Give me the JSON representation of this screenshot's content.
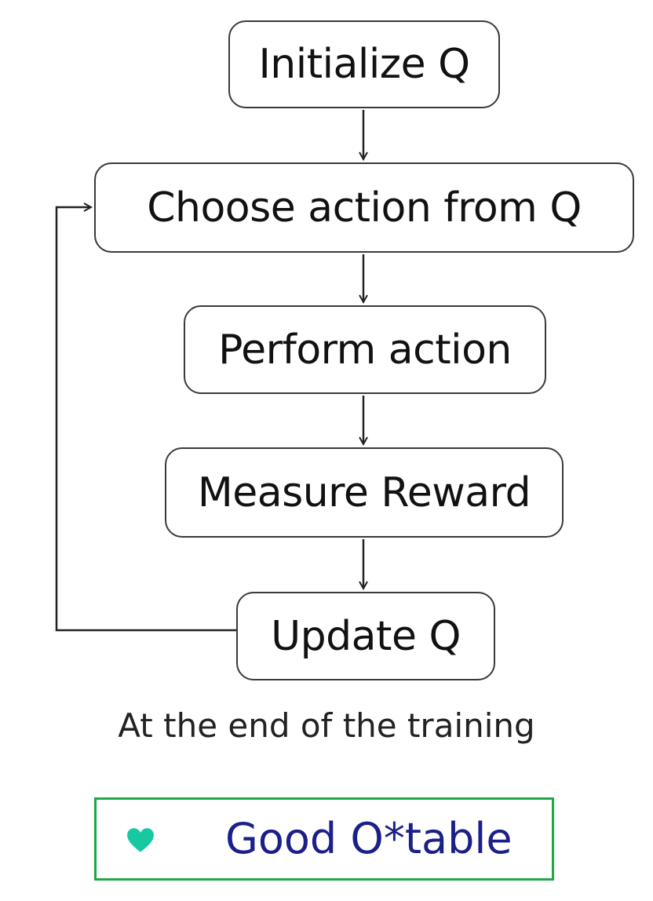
{
  "flow": {
    "steps": [
      {
        "id": "init",
        "label": "Initialize Q"
      },
      {
        "id": "choose",
        "label": "Choose action from Q"
      },
      {
        "id": "perform",
        "label": "Perform action"
      },
      {
        "id": "measure",
        "label": "Measure Reward"
      },
      {
        "id": "update",
        "label": "Update Q"
      }
    ],
    "edges": [
      {
        "from": "init",
        "to": "choose"
      },
      {
        "from": "choose",
        "to": "perform"
      },
      {
        "from": "perform",
        "to": "measure"
      },
      {
        "from": "measure",
        "to": "update"
      },
      {
        "from": "update",
        "to": "choose",
        "kind": "loop"
      }
    ]
  },
  "caption": "At the end of the training",
  "result": {
    "icon": "heart-icon",
    "label": "Good O*table",
    "border_color": "#1fa84a",
    "icon_color": "#17c8a0",
    "text_color": "#1b1f8a"
  }
}
